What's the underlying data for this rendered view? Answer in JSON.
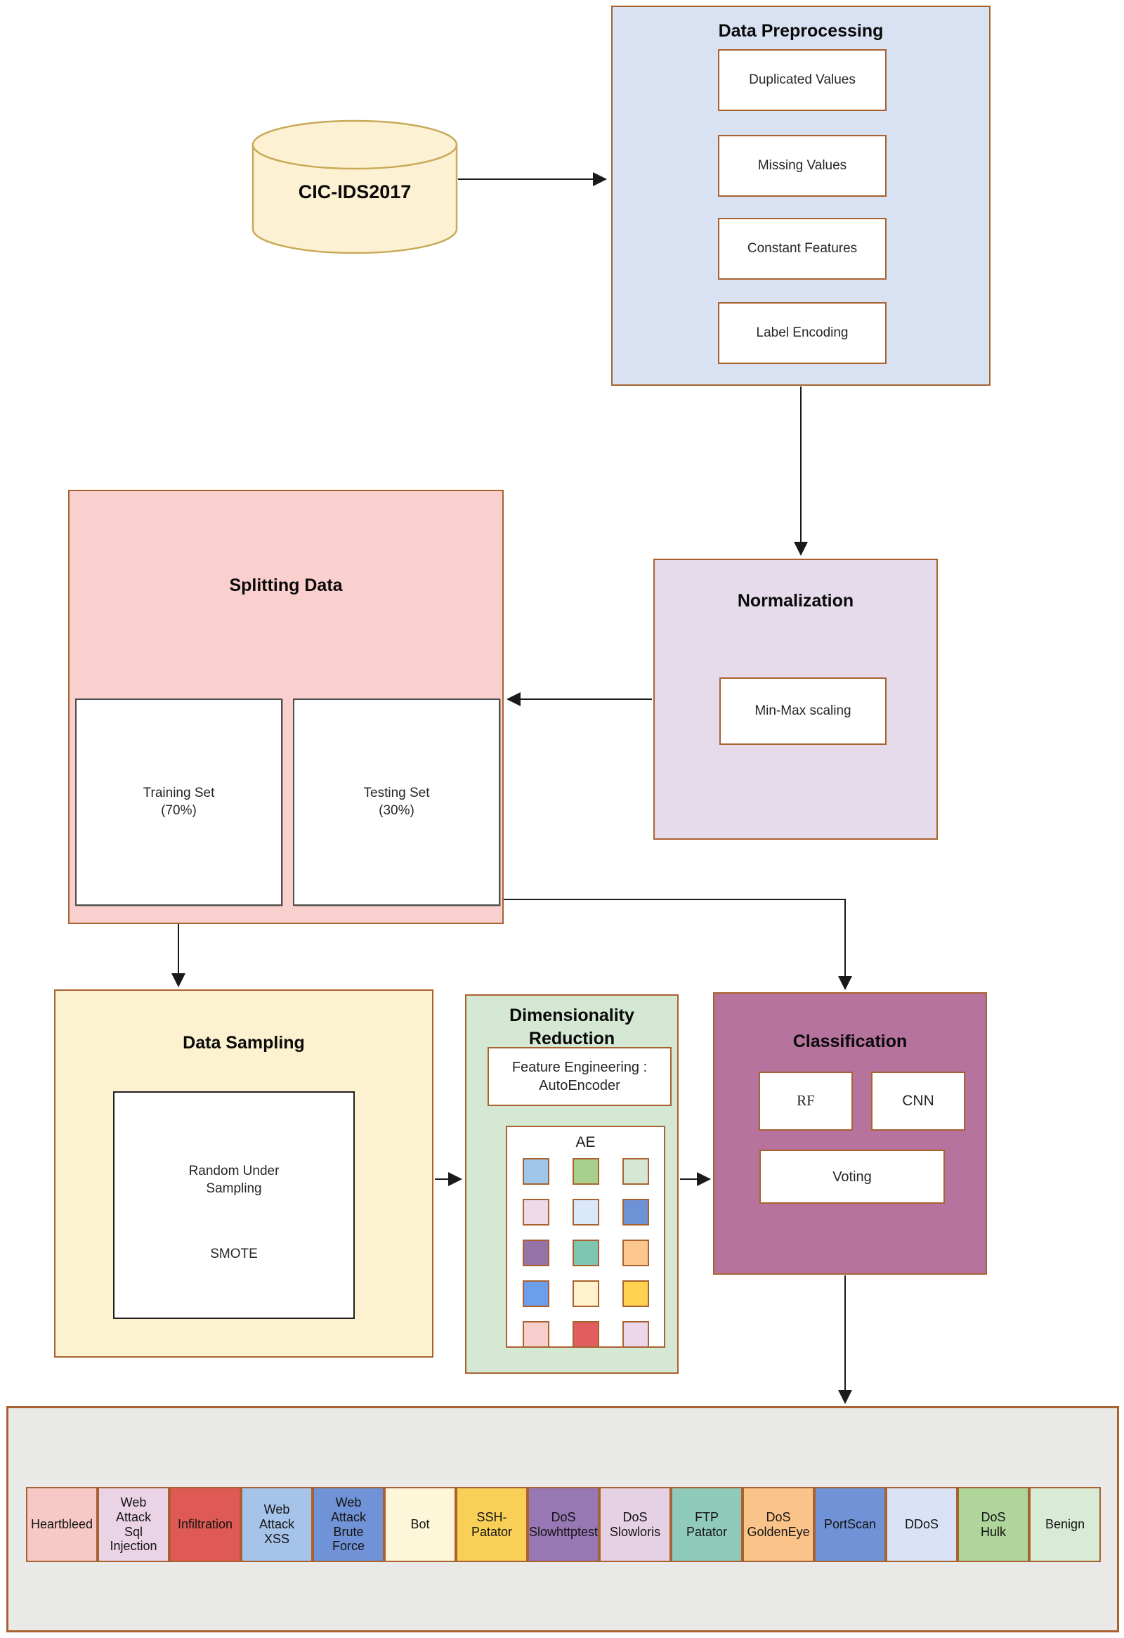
{
  "colors": {
    "border": "#a9622f",
    "arrow": "#1a1a1a",
    "dataset_fill": "#fcf2d3",
    "dataset_stroke": "#c9a957",
    "preprocessing": "#d9e2f3",
    "normalization": "#e5dbeb",
    "splitting": "#fad0ce",
    "sampling": "#fcf2d0",
    "dim_reduction": "#d5e8d4",
    "classification": "#b5739d",
    "strip": "#e9e9e7"
  },
  "diagram": {
    "dataset": {
      "label": "CIC-IDS2017"
    },
    "preprocessing": {
      "title": "Data Preprocessing",
      "steps": [
        "Duplicated Values",
        "Missing Values",
        "Constant Features",
        "Label Encoding"
      ]
    },
    "normalization": {
      "title": "Normalization",
      "method": "Min-Max scaling"
    },
    "splitting": {
      "title": "Splitting Data",
      "training_label": "Training Set",
      "training_pct": "(70%)",
      "testing_label": "Testing Set",
      "testing_pct": "(30%)"
    },
    "sampling": {
      "title": "Data Sampling",
      "methods": [
        "Random Under\nSampling",
        "SMOTE"
      ]
    },
    "dim_reduction": {
      "title": "Dimensionality Reduction",
      "feature_engineering": "Feature Engineering :\nAutoEncoder",
      "ae_label": "AE",
      "ae_grid_colors": [
        "#9ec7e9",
        "#a8d08d",
        "#d5e8d4",
        "#efd9e8",
        "#dae8fc",
        "#6d93d6",
        "#9673a6",
        "#80c5b2",
        "#fbc78c",
        "#6d9eeb",
        "#fff2cc",
        "#ffd34f",
        "#f8cecc",
        "#e25d5d",
        "#ecd6ea"
      ]
    },
    "classification": {
      "title": "Classification",
      "models": [
        "RF",
        "CNN"
      ],
      "ensemble": "Voting"
    },
    "output_classes": [
      {
        "label": "Heartbleed",
        "color": "#f6c9c7"
      },
      {
        "label": "Web\nAttack\nSql\nInjection",
        "color": "#e9d3e5"
      },
      {
        "label": "Infiltration",
        "color": "#e05a55"
      },
      {
        "label": "Web\nAttack\nXSS",
        "color": "#a6c3e9"
      },
      {
        "label": "Web\nAttack\nBrute\nForce",
        "color": "#7092d6"
      },
      {
        "label": "Bot",
        "color": "#fdf6d9"
      },
      {
        "label": "SSH-\nPatator",
        "color": "#f8d058"
      },
      {
        "label": "DoS\nSlowhttptest",
        "color": "#9878b4"
      },
      {
        "label": "DoS\nSlowloris",
        "color": "#e6d0e4"
      },
      {
        "label": "FTP\nPatator",
        "color": "#8fcabb"
      },
      {
        "label": "DoS\nGoldenEye",
        "color": "#f9c389"
      },
      {
        "label": "PortScan",
        "color": "#7092d6"
      },
      {
        "label": "DDoS",
        "color": "#d9e3f5"
      },
      {
        "label": "DoS\nHulk",
        "color": "#afd59a"
      },
      {
        "label": "Benign",
        "color": "#d8ebd4"
      }
    ]
  }
}
